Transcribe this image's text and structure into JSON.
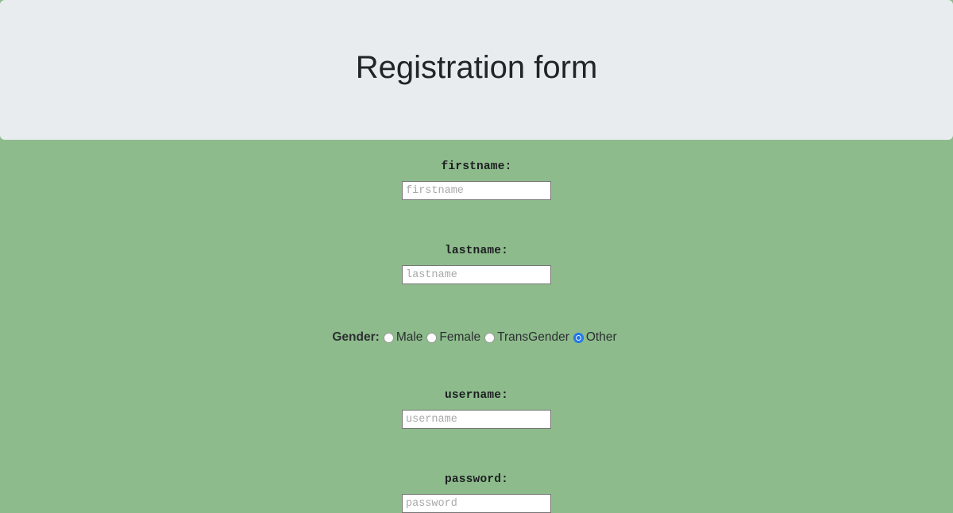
{
  "header": {
    "title": "Registration form",
    "background_color": "#e9ecef",
    "text_color": "#212529"
  },
  "page": {
    "background_color": "#8dbb8c",
    "accent_color": "#1a73e8"
  },
  "form": {
    "fields": [
      {
        "name": "firstname",
        "label": "firstname:",
        "placeholder": "firstname",
        "value": "",
        "type": "text"
      },
      {
        "name": "lastname",
        "label": "lastname:",
        "placeholder": "lastname",
        "value": "",
        "type": "text"
      },
      {
        "name": "username",
        "label": "username:",
        "placeholder": "username",
        "value": "",
        "type": "text"
      },
      {
        "name": "password",
        "label": "password:",
        "placeholder": "password",
        "value": "",
        "type": "text"
      }
    ],
    "gender": {
      "label": "Gender:",
      "options": [
        {
          "label": "Male",
          "checked": false
        },
        {
          "label": "Female",
          "checked": false
        },
        {
          "label": "TransGender",
          "checked": false
        },
        {
          "label": "Other",
          "checked": true
        }
      ],
      "selected": "Other"
    }
  }
}
